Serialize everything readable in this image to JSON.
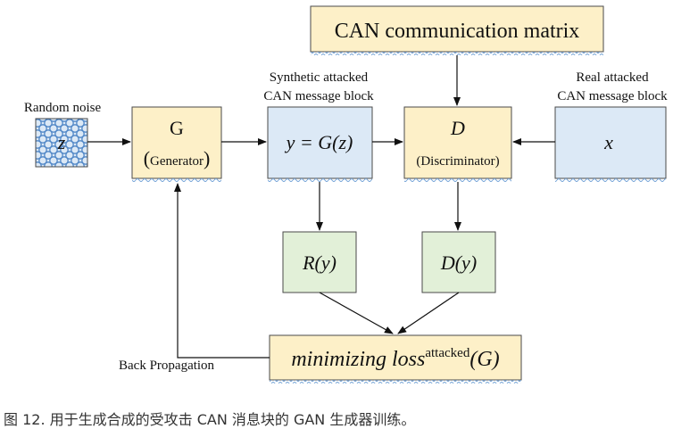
{
  "diagram": {
    "nodes": {
      "can_matrix": {
        "label": "CAN communication matrix"
      },
      "random_noise": {
        "caption": "Random noise",
        "symbol": "z"
      },
      "generator": {
        "symbol": "G",
        "open_paren": "(",
        "name": "Generator",
        "close_paren": ")"
      },
      "synthetic": {
        "caption_line1": "Synthetic attacked",
        "caption_line2": "CAN message block",
        "formula": "y = G(z)"
      },
      "discriminator": {
        "symbol": "D",
        "name": "(Discriminator)"
      },
      "real": {
        "caption_line1": "Real attacked",
        "caption_line2": "CAN message block",
        "symbol": "x"
      },
      "r_y": {
        "label": "R(y)"
      },
      "d_y": {
        "label": "D(y)"
      },
      "loss": {
        "main": "minimizing loss",
        "superscript": "attacked",
        "argument": "(G)"
      }
    },
    "edge_labels": {
      "back_propagation": "Back Propagation"
    },
    "colors": {
      "yellow_fill": "#fdf0c8",
      "blue_fill": "#dce9f6",
      "green_fill": "#e2f0d8",
      "stroke": "#4a4a4a",
      "arrow": "#111111"
    }
  },
  "caption": "图 12. 用于生成合成的受攻击 CAN 消息块的 GAN 生成器训练。"
}
